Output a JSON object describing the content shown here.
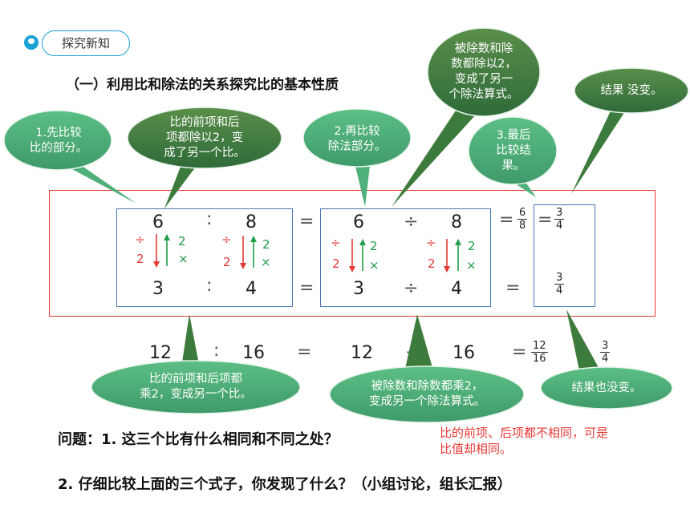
{
  "header": {
    "section_label": "探究新知",
    "heading": "（一）利用比和除法的关系探究比的基本性质"
  },
  "row1": {
    "ratio_a": "6",
    "ratio_colon": ":",
    "ratio_b": "8",
    "eq1": "=",
    "div_a": "6",
    "div_op": "÷",
    "div_b": "8",
    "eq2": "=",
    "frac1_n": "6",
    "frac1_d": "8",
    "eq3": "=",
    "frac2_n": "3",
    "frac2_d": "4"
  },
  "ops": {
    "div_sign": "÷",
    "two": "2",
    "times_sign": "×"
  },
  "row2": {
    "ratio_a": "3",
    "ratio_colon": ":",
    "ratio_b": "4",
    "eq1": "=",
    "div_a": "3",
    "div_op": "÷",
    "div_b": "4",
    "eq2": "=",
    "frac_n": "3",
    "frac_d": "4"
  },
  "row3": {
    "ratio_a": "12",
    "ratio_colon": ":",
    "ratio_b": "16",
    "eq1": "=",
    "div_a": "12",
    "div_op": "÷",
    "div_b": "16",
    "eq2": "=",
    "frac1_n": "12",
    "frac1_d": "16",
    "frac2_n": "3",
    "frac2_d": "4"
  },
  "bubbles": {
    "b1": [
      "1.先比较",
      "比的部分。"
    ],
    "b2": [
      "比的前项和后",
      "项都除以2，变",
      "成了另一个比。"
    ],
    "b3": [
      "2.再比较",
      "除法部分。"
    ],
    "b4": [
      "被除数和除",
      "数都除以2，",
      "变成了另一",
      "个除法算式。"
    ],
    "b5": [
      "结果 没变。"
    ],
    "b6": [
      "3.最后",
      "比较结",
      "果。"
    ],
    "b7": [
      "比的前项和后项都",
      "乘2，变成另一个比。"
    ],
    "b8": [
      "被除数和除数都乘2，",
      "变成另一个除法算式。"
    ],
    "b9": [
      "结果也没变。"
    ]
  },
  "questions": {
    "q1": "问题：1. 这三个比有什么相同和不同之处？",
    "answer": [
      "比的前项、后项都不相同，可是",
      "比值却相同。"
    ],
    "q2": "2. 仔细比较上面的三个式子，你发现了什么？（小组讨论，组长汇报）"
  },
  "colors": {
    "bubble_dark": "#3d7b3c",
    "bubble_light": "#4fb079",
    "box_red": "#e53935",
    "box_blue": "#4a74b5",
    "accent": "#1aa1d6"
  }
}
